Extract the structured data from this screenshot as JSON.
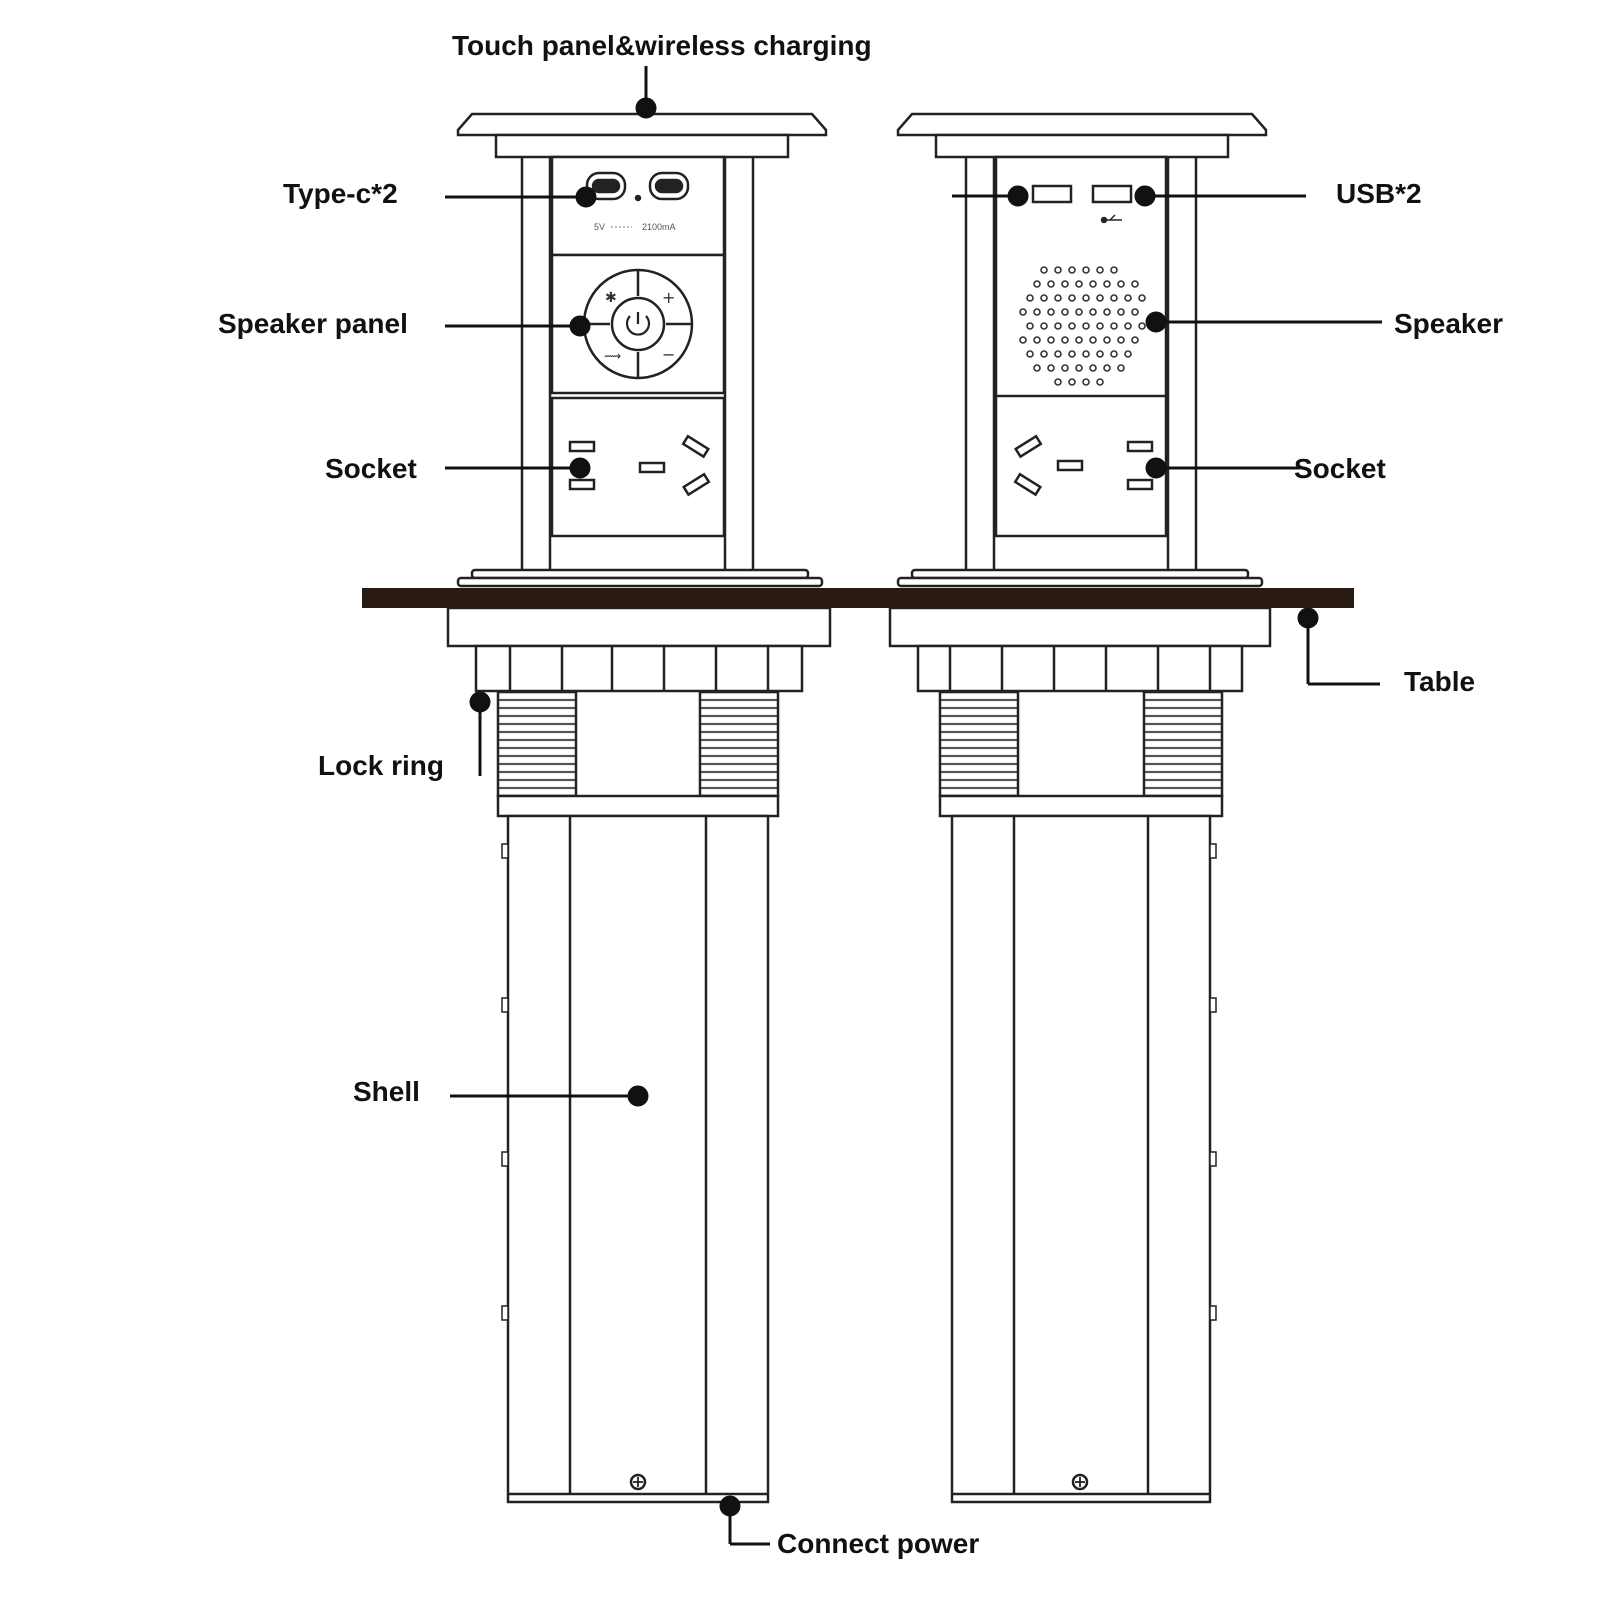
{
  "labels": {
    "touch_panel": "Touch panel&wireless charging",
    "type_c": "Type-c*2",
    "speaker_panel": "Speaker panel",
    "socket_left": "Socket",
    "lock_ring": "Lock ring",
    "shell": "Shell",
    "connect_power": "Connect power",
    "usb": "USB*2",
    "speaker": "Speaker",
    "socket_right": "Socket",
    "table": "Table"
  },
  "panel_text": {
    "voltage": "5V",
    "current": "2100mA"
  },
  "colors": {
    "line": "#222222",
    "table_top": "#2a1a14",
    "background": "#ffffff"
  }
}
